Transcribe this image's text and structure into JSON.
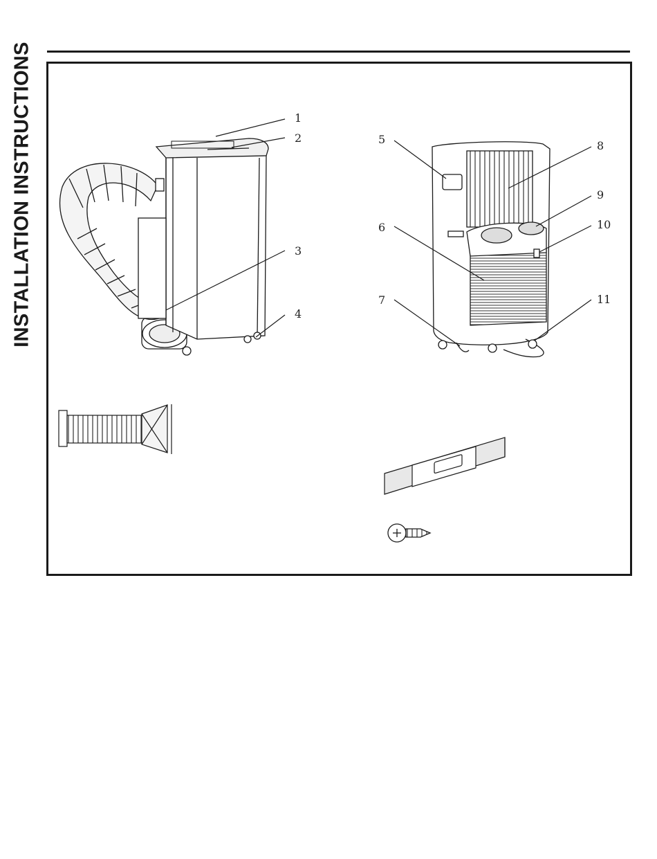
{
  "section_title": "INSTALLATION INSTRUCTIONS",
  "callouts": {
    "c1": "1",
    "c2": "2",
    "c3": "3",
    "c4": "4",
    "c5": "5",
    "c6": "6",
    "c7": "7",
    "c8": "8",
    "c9": "9",
    "c10": "10",
    "c11": "11"
  },
  "colors": {
    "ink": "#1a1a1a",
    "fill_light": "#f2f2f2",
    "fill_mid": "#dcdcdc"
  }
}
